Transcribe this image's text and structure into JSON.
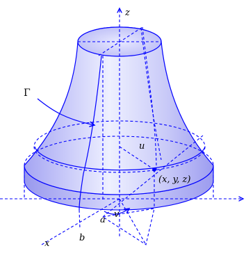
{
  "figure": {
    "labels": {
      "z_axis": "z",
      "x_axis": "x",
      "curve": "Γ",
      "point": "(x, y, z)",
      "radius": "u",
      "angle": "v",
      "a": "a",
      "b": "b"
    },
    "colors": {
      "line": "#0000ff",
      "surface_light": "#f2f2ff",
      "surface_dark": "#9f9ff2",
      "text": "#000000"
    }
  }
}
